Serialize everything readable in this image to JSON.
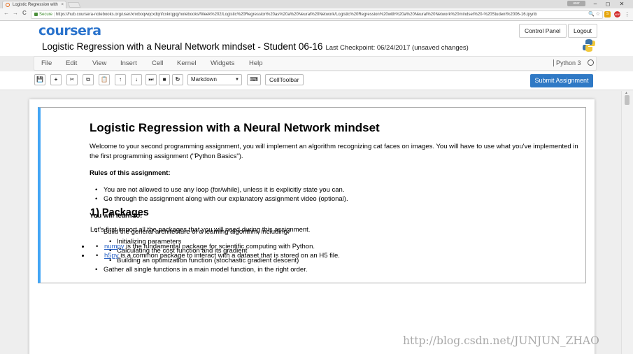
{
  "browser": {
    "tab_title": "Logistic Regression with",
    "tab_close": "×",
    "user_badge": "user",
    "window_controls": [
      "–",
      "◻",
      "✕"
    ],
    "nav": {
      "back": "←",
      "forward": "→",
      "reload": "C"
    },
    "secure_label": "Secure",
    "url": "https://hub.coursera-notebooks.org/user/xnxboqwqcxdqnfcxkrqgqj/notebooks/Week%202/Logistic%20Regression%20as%20a%20Neural%20Network/Logistic%20Regression%20with%20a%20Neural%20Network%20mindset%20-%20Student%2006-16.ipynb",
    "omni_icons": "🔍 ☆",
    "extensions": [
      "S",
      "ABP",
      "⋮"
    ]
  },
  "header": {
    "logo": "coursera",
    "title": "Logistic Regression with a Neural Network mindset - Student 06-16",
    "checkpoint": "Last Checkpoint: 06/24/2017 (unsaved changes)",
    "control_panel": "Control Panel",
    "logout": "Logout"
  },
  "menubar": {
    "items": [
      "File",
      "Edit",
      "View",
      "Insert",
      "Cell",
      "Kernel",
      "Widgets",
      "Help"
    ],
    "kernel_name": "Python 3"
  },
  "toolbar": {
    "buttons": [
      "💾",
      "+",
      "✂",
      "⧉",
      "📋",
      "↑",
      "↓",
      "⏭",
      "■",
      "↻"
    ],
    "cell_type": "Markdown",
    "cell_type_arrow": "▼",
    "keyboard": "⌨",
    "cell_toolbar": "CellToolbar",
    "submit": "Submit Assignment"
  },
  "cell1": {
    "heading": "Logistic Regression with a Neural Network mindset",
    "intro": "Welcome to your second programming assignment, you will implement an algorithm recognizing cat faces on images. You will have to use what you've implemented in the first programming assignment (\"Python Basics\").",
    "rules_title": "Rules of this assignment:",
    "rules": [
      "You are not allowed to use any loop (for/while), unless it is explicitly state you can.",
      "Go through the assignment along with our explanatory assignment video (optional)."
    ],
    "learn_title": "You will learn to:",
    "learn_main": "Build the general architecture of a learning algorithm, including:",
    "learn_sub": [
      "Initializing parameters",
      "Calculating the cost function and its gradient",
      "Building an optimization function (stochastic gradient descent)"
    ],
    "learn_last": "Gather all single functions in a main model function, in the right order."
  },
  "section2": {
    "heading": "1) Packages",
    "intro": "Let's first import all the packages that you will need during this assignment.",
    "pkg1_link": "numpy",
    "pkg1_text": " is the fundamental package for scientific computing with Python.",
    "pkg2_link": "h5py",
    "pkg2_text": " is a common package to interact with a dataset that is stored on an H5 file."
  },
  "scrollbar": {
    "up": "▲"
  },
  "watermark": "http://blog.csdn.net/JUNJUN_ZHAO"
}
